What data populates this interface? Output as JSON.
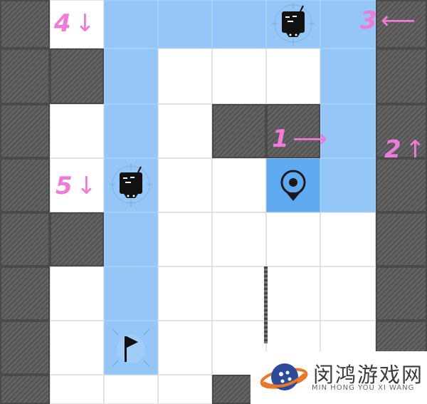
{
  "annotations": [
    {
      "id": "1",
      "number": "1",
      "arrow": "⟶",
      "direction": "right"
    },
    {
      "id": "2",
      "number": "2",
      "arrow": "↑",
      "direction": "up"
    },
    {
      "id": "3",
      "number": "3",
      "arrow": "⟵",
      "direction": "left"
    },
    {
      "id": "4",
      "number": "4",
      "arrow": "↓",
      "direction": "down"
    },
    {
      "id": "5",
      "number": "5",
      "arrow": "↓",
      "direction": "down"
    }
  ],
  "watermark": {
    "title": "闵鸿游戏网",
    "subtitle": "MIN HONG YOU XI WANG"
  },
  "colors": {
    "path": "#94c6f7",
    "wall": "#5b5b5b",
    "empty": "#ffffff",
    "annotation": "#f07ad8"
  },
  "icons": [
    "robot-icon",
    "robot-icon",
    "target-icon",
    "flag-icon"
  ]
}
